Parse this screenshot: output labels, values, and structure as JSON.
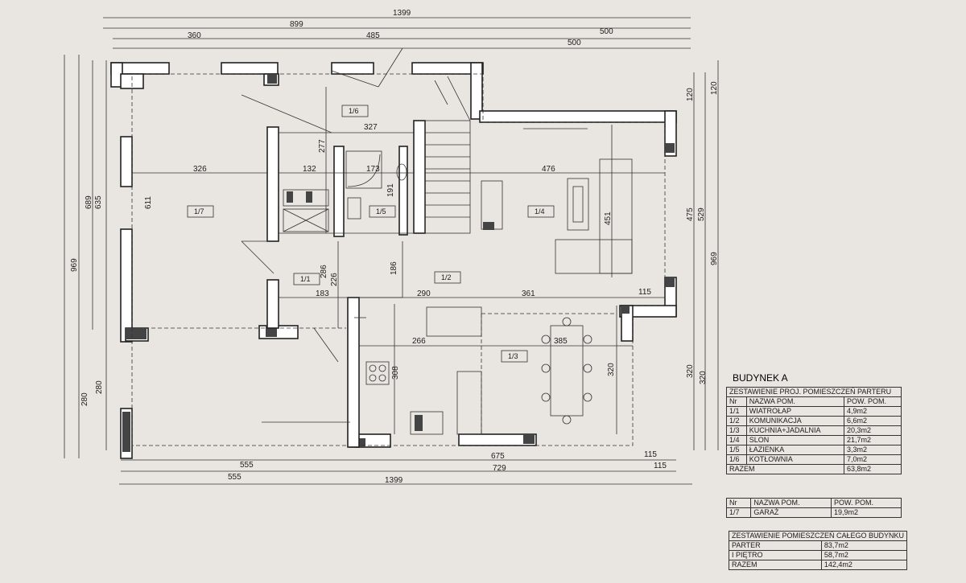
{
  "dimensions": {
    "top": [
      "1399",
      "899",
      "500",
      "360",
      "485",
      "500"
    ],
    "bottom": [
      "555",
      "675",
      "115",
      "555",
      "729",
      "115",
      "1399"
    ],
    "left": [
      "969",
      "689",
      "635",
      "611",
      "280",
      "280"
    ],
    "right": [
      "120",
      "120",
      "475",
      "529",
      "969",
      "320",
      "320"
    ],
    "inner": [
      "327",
      "326",
      "132",
      "173",
      "476",
      "277",
      "191",
      "451",
      "286",
      "226",
      "186",
      "183",
      "290",
      "361",
      "115",
      "266",
      "385",
      "308",
      "320"
    ]
  },
  "rooms": [
    "1/6",
    "1/7",
    "1/5",
    "1/4",
    "1/1",
    "1/2",
    "1/3"
  ],
  "summary": {
    "building": "BUDYNEK A",
    "ground_title": "ZESTAWIENIE PROJ. POMIESZCZEŃ PARTERU",
    "headers": [
      "Nr",
      "NAZWA POM.",
      "POW. POM."
    ],
    "rows": [
      [
        "1/1",
        "WIATROŁAP",
        "4,9m2"
      ],
      [
        "1/2",
        "KOMUNIKACJA",
        "6,6m2"
      ],
      [
        "1/3",
        "KUCHNIA+JADALNIA",
        "20,3m2"
      ],
      [
        "1/4",
        "SLON",
        "21,7m2"
      ],
      [
        "1/5",
        "ŁAZIENKA",
        "3,3m2"
      ],
      [
        "1/6",
        "KOTŁOWNIA",
        "7,0m2"
      ]
    ],
    "total_label": "RAZEM",
    "total_value": "63,8m2",
    "garage_headers": [
      "Nr",
      "NAZWA POM.",
      "POW. POM."
    ],
    "garage_row": [
      "1/7",
      "GARAŻ",
      "19,9m2"
    ],
    "building_title": "ZESTAWIENIE POMIESZCZEŃ CAŁEGO BUDYNKU",
    "building_rows": [
      [
        "PARTER",
        "83,7m2"
      ],
      [
        "I PIĘTRO",
        "58,7m2"
      ],
      [
        "RAZEM",
        "142,4m2"
      ]
    ]
  }
}
